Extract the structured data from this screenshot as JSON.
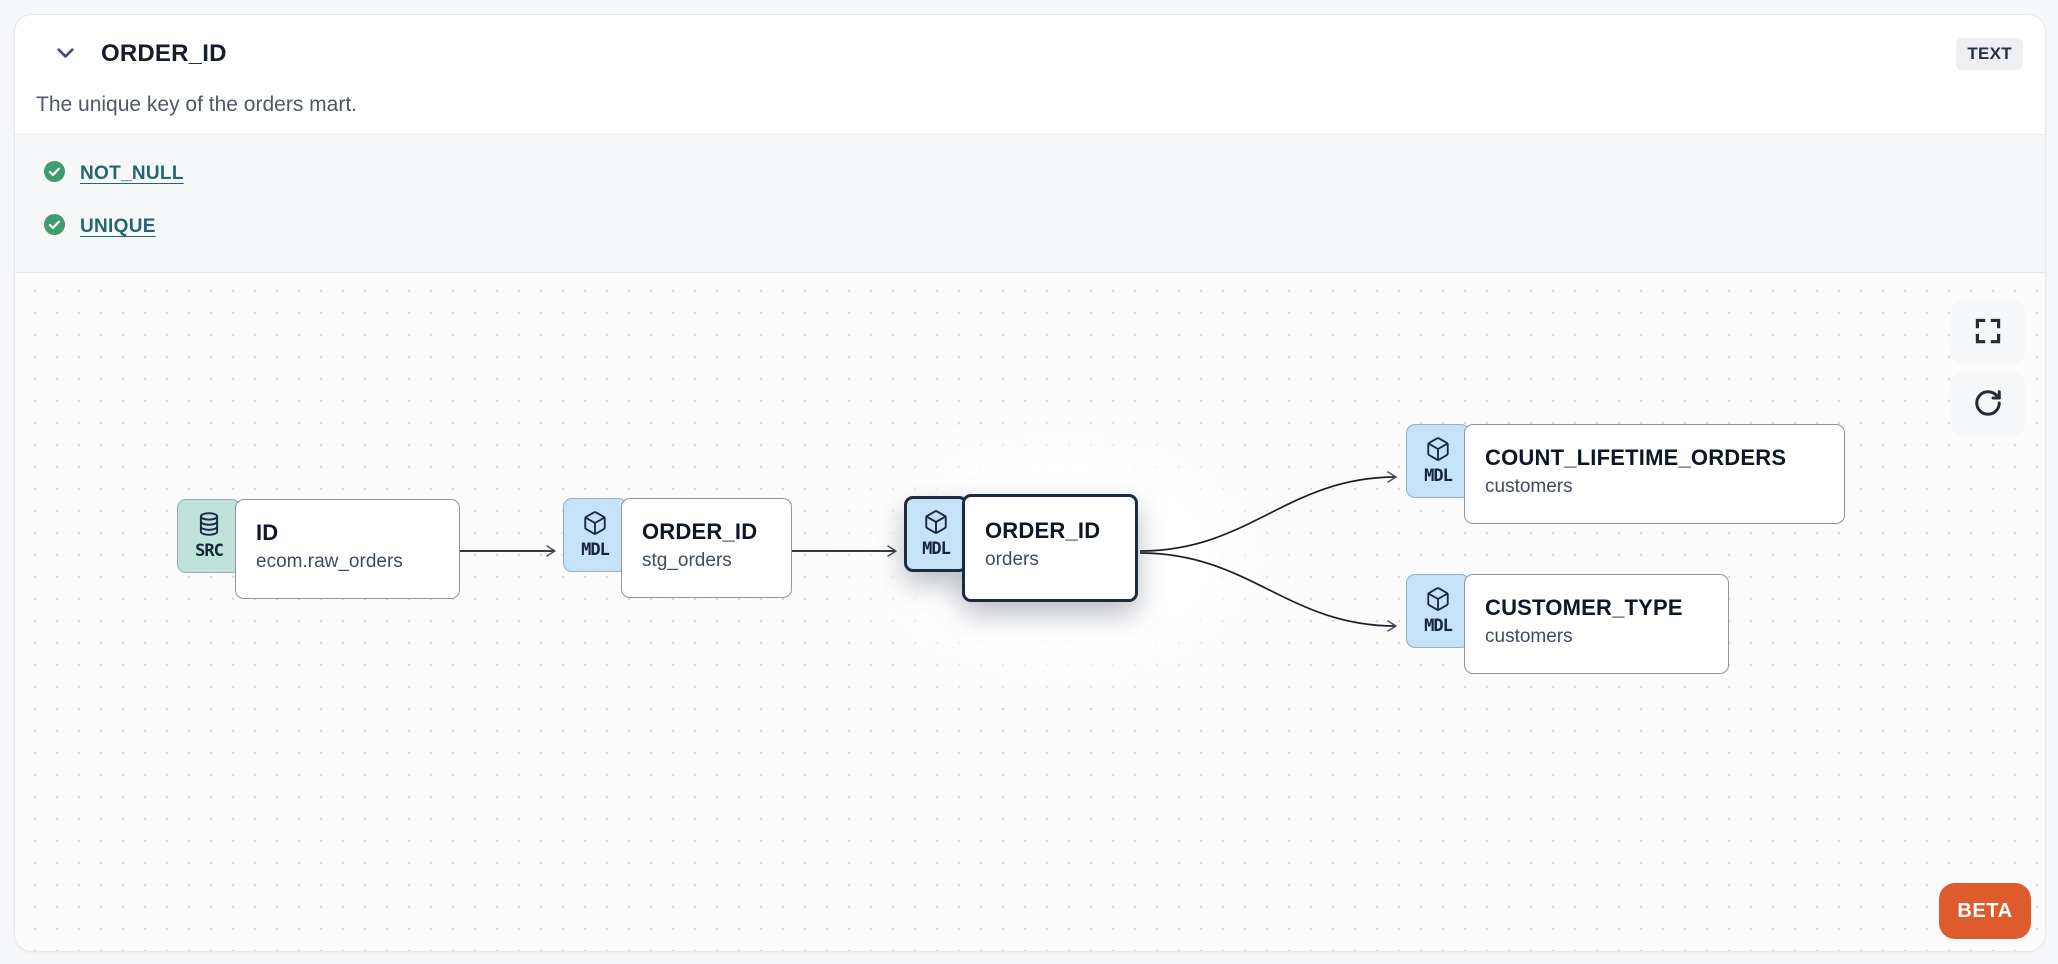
{
  "header": {
    "title": "ORDER_ID",
    "type_badge": "TEXT",
    "description": "The unique key of the orders mart.",
    "collapse_icon": "chevron-down"
  },
  "tests": {
    "items": [
      {
        "name": "NOT_NULL",
        "status": "pass",
        "icon": "check-circle"
      },
      {
        "name": "UNIQUE",
        "status": "pass",
        "icon": "check-circle"
      }
    ]
  },
  "lineage": {
    "nodes": [
      {
        "kind": "SRC",
        "icon": "database",
        "title": "ID",
        "subtitle": "ecom.raw_orders",
        "selected": false
      },
      {
        "kind": "MDL",
        "icon": "package",
        "title": "ORDER_ID",
        "subtitle": "stg_orders",
        "selected": false
      },
      {
        "kind": "MDL",
        "icon": "package",
        "title": "ORDER_ID",
        "subtitle": "orders",
        "selected": true
      },
      {
        "kind": "MDL",
        "icon": "package",
        "title": "COUNT_LIFETIME_ORDERS",
        "subtitle": "customers",
        "selected": false
      },
      {
        "kind": "MDL",
        "icon": "package",
        "title": "CUSTOMER_TYPE",
        "subtitle": "customers",
        "selected": false
      }
    ],
    "edges": [
      {
        "from": "ID (ecom.raw_orders)",
        "to": "ORDER_ID (stg_orders)"
      },
      {
        "from": "ORDER_ID (stg_orders)",
        "to": "ORDER_ID (orders)"
      },
      {
        "from": "ORDER_ID (orders)",
        "to": "COUNT_LIFETIME_ORDERS (customers)"
      },
      {
        "from": "ORDER_ID (orders)",
        "to": "CUSTOMER_TYPE (customers)"
      }
    ],
    "controls": {
      "fullscreen_icon": "maximize",
      "refresh_icon": "rotate-cw"
    },
    "beta_label": "BETA"
  },
  "colors": {
    "beta": "#DD5B2D",
    "src_badge": "#BFE2DA",
    "mdl_badge": "#C6E2F8",
    "selected_border": "#1D2B3E",
    "test_link": "#23686A",
    "check_green": "#3E9E70",
    "edge": "#1A1F28",
    "canvas_bg": "#FBFBFC"
  }
}
